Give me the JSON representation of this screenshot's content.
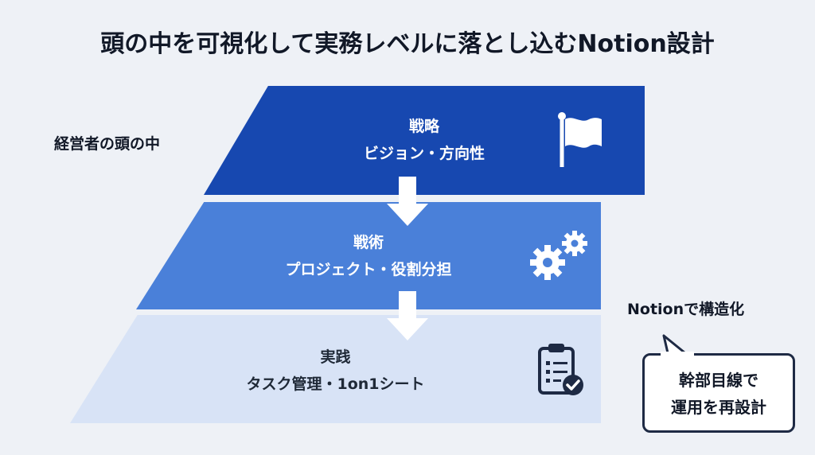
{
  "title": "頭の中を可視化して実務レベルに落とし込むNotion設計",
  "side_labels": {
    "top": "経営者の頭の中",
    "middle": "Notionで構造化"
  },
  "layers": [
    {
      "heading": "戦略",
      "detail": "ビジョン・方向性",
      "icon": "flag-icon"
    },
    {
      "heading": "戦術",
      "detail": "プロジェクト・役割分担",
      "icon": "gears-icon"
    },
    {
      "heading": "実践",
      "detail": "タスク管理・1on1シート",
      "icon": "clipboard-check-icon"
    }
  ],
  "callout": {
    "line1": "幹部目線で",
    "line2": "運用を再設計"
  },
  "colors": {
    "strategy": "#1748b0",
    "tactics": "#4a80d9",
    "practice": "#d8e3f6",
    "accent_dark": "#1e2a44"
  }
}
